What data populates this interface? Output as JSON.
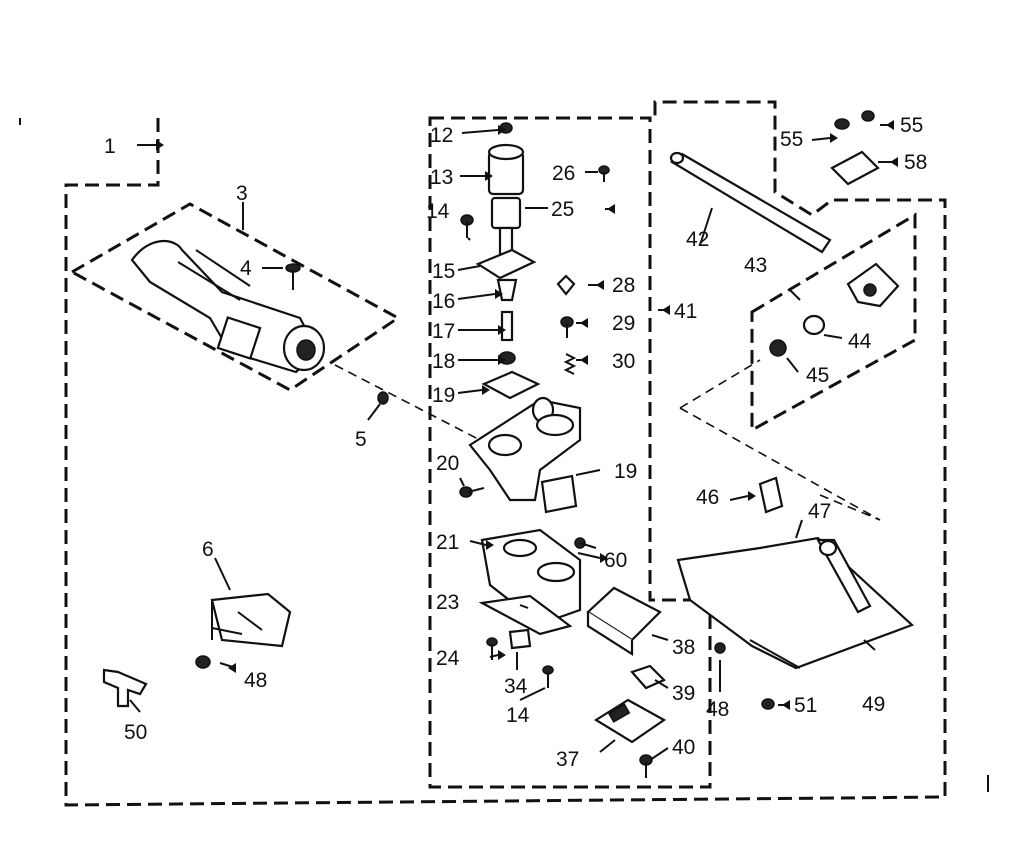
{
  "labels": {
    "p1": "1",
    "p3": "3",
    "p4": "4",
    "p5": "5",
    "p6": "6",
    "p12": "12",
    "p13": "13",
    "p14a": "14",
    "p14b": "14",
    "p15": "15",
    "p16": "16",
    "p17": "17",
    "p18": "18",
    "p19a": "19",
    "p19b": "19",
    "p20": "20",
    "p21": "21",
    "p23": "23",
    "p24": "24",
    "p25": "25",
    "p26": "26",
    "p28": "28",
    "p29": "29",
    "p30": "30",
    "p34": "34",
    "p37": "37",
    "p38": "38",
    "p39": "39",
    "p40": "40",
    "p41": "41",
    "p42": "42",
    "p43": "43",
    "p44": "44",
    "p45": "45",
    "p46": "46",
    "p47": "47",
    "p48a": "48",
    "p48b": "48",
    "p49": "49",
    "p50": "50",
    "p51": "51",
    "p55a": "55",
    "p55b": "55",
    "p58": "58",
    "p60": "60"
  }
}
